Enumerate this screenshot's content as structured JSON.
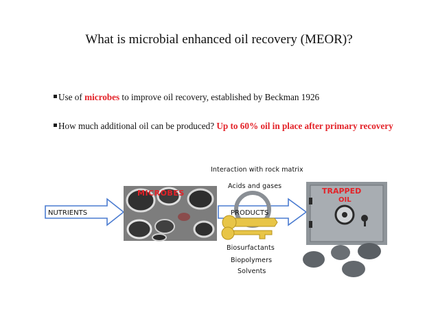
{
  "slide": {
    "title": "What is microbial enhanced oil recovery (MEOR)?",
    "bullet1": {
      "prefix": "Use of ",
      "highlight": "microbes",
      "suffix": " to improve oil recovery,  established by Beckman 1926"
    },
    "bullet2": {
      "prefix": "How much additional oil can be produced? ",
      "highlight": "Up to 60% oil in place after primary recovery"
    }
  },
  "diagram": {
    "nutrients_label": "NUTRIENTS",
    "microbes_label": "MICROBES",
    "products_label": "PRODUCTS",
    "trapped_label_1": "TRAPPED",
    "trapped_label_2": "OIL",
    "top_labels": [
      "Interaction with rock matrix",
      "Acids and gases"
    ],
    "bottom_labels": [
      "Biosurfactants",
      "Biopolymers",
      "Solvents"
    ]
  },
  "colors": {
    "highlight_red": "#e32228",
    "arrow_blue": "#4a7bd0",
    "safe_gray": "#9aa0a6",
    "key_gold": "#e8c547"
  }
}
